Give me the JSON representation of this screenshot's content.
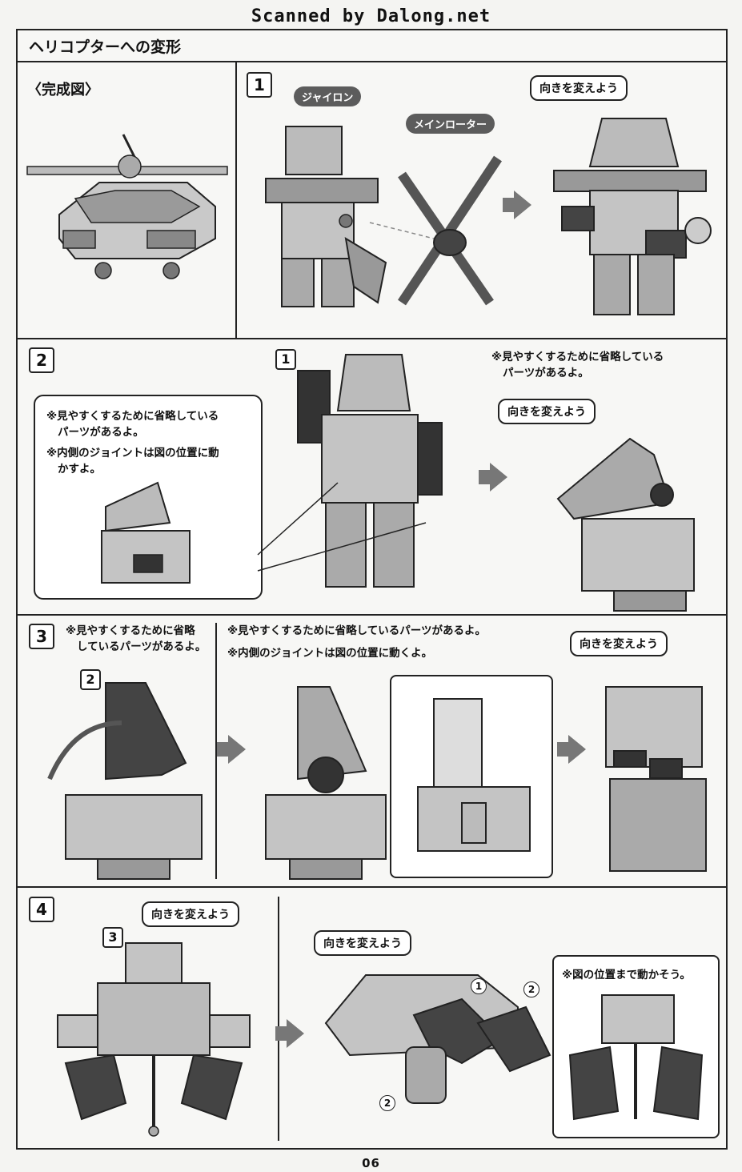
{
  "watermark": "Scanned by Dalong.net",
  "section_title": "ヘリコプターへの変形",
  "completed_label": "〈完成図〉",
  "steps": {
    "s1": "1",
    "s2": "2",
    "s3": "3",
    "s4": "4"
  },
  "step1": {
    "gyro_label": "ジャイロン",
    "rotor_label": "メインローター",
    "turn_bubble": "向きを変えよう"
  },
  "step2": {
    "ref_step": "1",
    "note_line1": "※見やすくするために省略している",
    "note_line2": "パーツがあるよ。",
    "note_line3": "※内側のジョイントは図の位置に動",
    "note_line4": "かすよ。",
    "right_note_line1": "※見やすくするために省略している",
    "right_note_line2": "パーツがあるよ。",
    "turn_bubble": "向きを変えよう"
  },
  "step3": {
    "ref_step": "2",
    "note_a_line1": "※見やすくするために省略",
    "note_a_line2": "しているパーツがあるよ。",
    "note_b_line1": "※見やすくするために省略しているパーツがあるよ。",
    "note_b_line2": "※内側のジョイントは図の位置に動くよ。",
    "turn_bubble": "向きを変えよう"
  },
  "step4": {
    "ref_step": "3",
    "turn_bubble_left": "向きを変えよう",
    "turn_bubble_mid": "向きを変えよう",
    "circle_1": "1",
    "circle_2": "2",
    "circle_2b": "2",
    "inset_note": "※図の位置まで動かそう。"
  },
  "page_number": "06"
}
